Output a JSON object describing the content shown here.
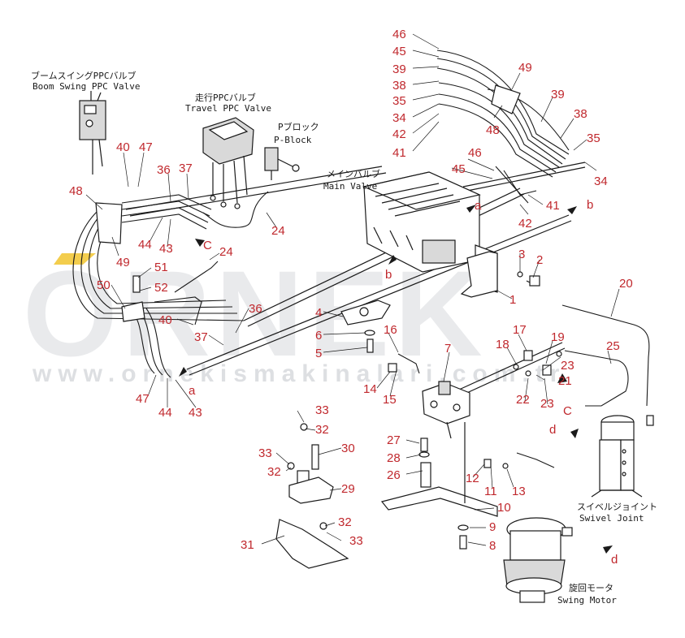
{
  "watermark": {
    "brand": "ORNEK",
    "url": "www.ornekismakinalari.com.tr",
    "accent_color": "#f0c020"
  },
  "components": {
    "boom_swing_valve": {
      "jp": "ブームスイングPPCバルブ",
      "en": "Boom Swing PPC Valve"
    },
    "travel_valve": {
      "jp": "走行PPCバルブ",
      "en": "Travel PPC Valve"
    },
    "p_block": {
      "jp": "Pブロック",
      "en": "P-Block"
    },
    "main_valve": {
      "jp": "メインバルブ",
      "en": "Main Valve"
    },
    "swivel_joint": {
      "jp": "スイベルジョイント",
      "en": "Swivel Joint"
    },
    "swing_motor": {
      "jp": "旋回モータ",
      "en": "Swing Motor"
    }
  },
  "view_letters": {
    "a1": "a",
    "a2": "a",
    "b1": "b",
    "b2": "b",
    "c1": "C",
    "c2": "C",
    "d1": "d",
    "d2": "d"
  },
  "callouts": {
    "c46a": "46",
    "c45a": "45",
    "c39a": "39",
    "c38a": "38",
    "c35a": "35",
    "c34a": "34",
    "c42a": "42",
    "c41a": "41",
    "c49a": "49",
    "c48a": "48",
    "c39b": "39",
    "c38b": "38",
    "c35b": "35",
    "c34b": "34",
    "c46b": "46",
    "c45b": "45",
    "c41b": "41",
    "c42b": "42",
    "c40a": "40",
    "c47a": "47",
    "c48b": "48",
    "c36a": "36",
    "c37a": "37",
    "c24a": "24",
    "c44a": "44",
    "c43a": "43",
    "c49b": "49",
    "c24b": "24",
    "c51": "51",
    "c52": "52",
    "c50": "50",
    "c40b": "40",
    "c36b": "36",
    "c37b": "37",
    "c47b": "47",
    "c44b": "44",
    "c43b": "43",
    "c3": "3",
    "c2": "2",
    "c1": "1",
    "c4": "4",
    "c6": "6",
    "c5": "5",
    "c16": "16",
    "c14": "14",
    "c15": "15",
    "c7": "7",
    "c17": "17",
    "c18": "18",
    "c19": "19",
    "c23a": "23",
    "c21": "21",
    "c22": "22",
    "c23b": "23",
    "c20": "20",
    "c25": "25",
    "c33a": "33",
    "c32a": "32",
    "c33b": "33",
    "c32b": "32",
    "c30": "30",
    "c29": "29",
    "c32c": "32",
    "c33c": "33",
    "c31": "31",
    "c27": "27",
    "c28": "28",
    "c26": "26",
    "c12": "12",
    "c11": "11",
    "c13": "13",
    "c10": "10",
    "c9": "9",
    "c8": "8"
  }
}
